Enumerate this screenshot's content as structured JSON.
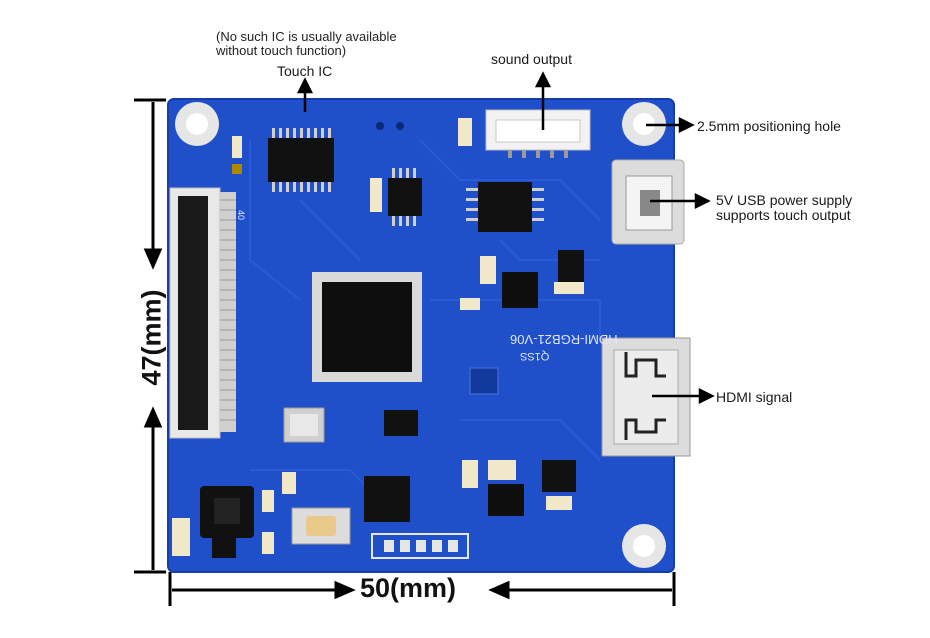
{
  "labels": {
    "touch_ic_note_line1": "(No such IC is usually available",
    "touch_ic_note_line2": "without touch function)",
    "touch_ic": "Touch IC",
    "sound_output": "sound output",
    "positioning_hole": "2.5mm positioning hole",
    "usb_power_line1": "5V USB power supply",
    "usb_power_line2": "supports touch output",
    "hdmi_signal": "HDMI signal"
  },
  "dimensions": {
    "height": "47(mm)",
    "width": "50(mm)"
  },
  "board": {
    "silkscreen_model": "HDMI-RGB21-V06",
    "silkscreen_part": "Q1SS",
    "silkscreen_pin": "40",
    "color": "#1f4fc9"
  }
}
